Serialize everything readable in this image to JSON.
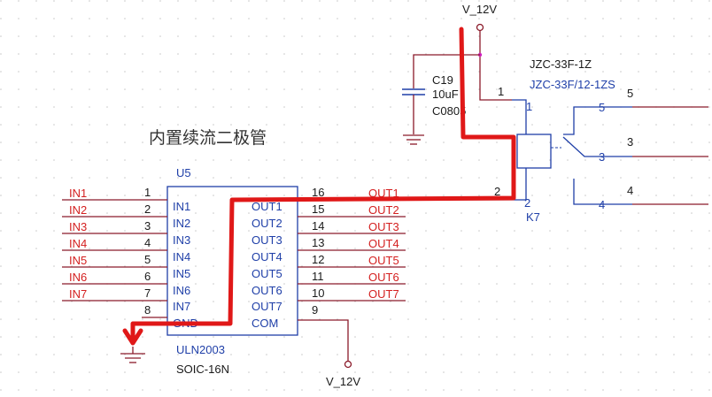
{
  "annotation_text": "内置续流二极管",
  "power": {
    "top_label": "V_12V",
    "bottom_label": "V_12V"
  },
  "capacitor": {
    "ref": "C19",
    "value": "10uF",
    "package": "C0805"
  },
  "relay": {
    "ref": "K7",
    "model1": "JZC-33F-1Z",
    "model2": "JZC-33F/12-1ZS",
    "coil_pins": [
      "1",
      "2"
    ],
    "contact_pins": [
      "5",
      "3",
      "4"
    ],
    "outer_pins": [
      "5",
      "3",
      "4"
    ]
  },
  "ic": {
    "ref": "U5",
    "part": "ULN2003",
    "package": "SOIC-16N",
    "left_pins": [
      {
        "num": "1",
        "name": "IN1"
      },
      {
        "num": "2",
        "name": "IN2"
      },
      {
        "num": "3",
        "name": "IN3"
      },
      {
        "num": "4",
        "name": "IN4"
      },
      {
        "num": "5",
        "name": "IN5"
      },
      {
        "num": "6",
        "name": "IN6"
      },
      {
        "num": "7",
        "name": "IN7"
      },
      {
        "num": "8",
        "name": "GND"
      }
    ],
    "right_pins": [
      {
        "num": "16",
        "name": "OUT1"
      },
      {
        "num": "15",
        "name": "OUT2"
      },
      {
        "num": "14",
        "name": "OUT3"
      },
      {
        "num": "13",
        "name": "OUT4"
      },
      {
        "num": "12",
        "name": "OUT5"
      },
      {
        "num": "11",
        "name": "OUT6"
      },
      {
        "num": "10",
        "name": "OUT7"
      },
      {
        "num": "9",
        "name": "COM"
      }
    ]
  },
  "input_nets": [
    "IN1",
    "IN2",
    "IN3",
    "IN4",
    "IN5",
    "IN6",
    "IN7"
  ],
  "output_nets": [
    "OUT1",
    "OUT2",
    "OUT3",
    "OUT4",
    "OUT5",
    "OUT6",
    "OUT7"
  ],
  "colors": {
    "wire": "#8b1a2a",
    "component": "#1f3fa8",
    "net_label": "#d42020",
    "annotation": "#e01818"
  }
}
